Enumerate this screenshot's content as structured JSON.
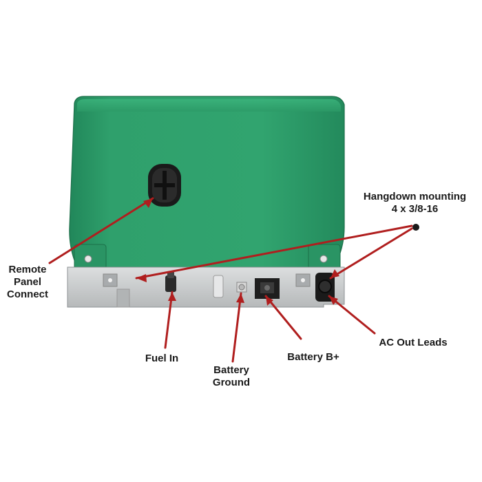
{
  "image": {
    "subject": "Generator rear view with connection callouts",
    "colors": {
      "housing_green": "#2f9e6b",
      "housing_green_dark": "#1f7d52",
      "base_gray": "#c9cccd",
      "callout_red": "#b01e1e"
    }
  },
  "labels": {
    "remote_panel": [
      "Remote",
      "Panel",
      "Connect"
    ],
    "hangdown": [
      "Hangdown mounting",
      "4 x 3/8-16"
    ],
    "fuel_in": "Fuel In",
    "battery_ground": [
      "Battery",
      "Ground"
    ],
    "battery_bplus": "Battery B+",
    "ac_out": "AC Out Leads"
  }
}
